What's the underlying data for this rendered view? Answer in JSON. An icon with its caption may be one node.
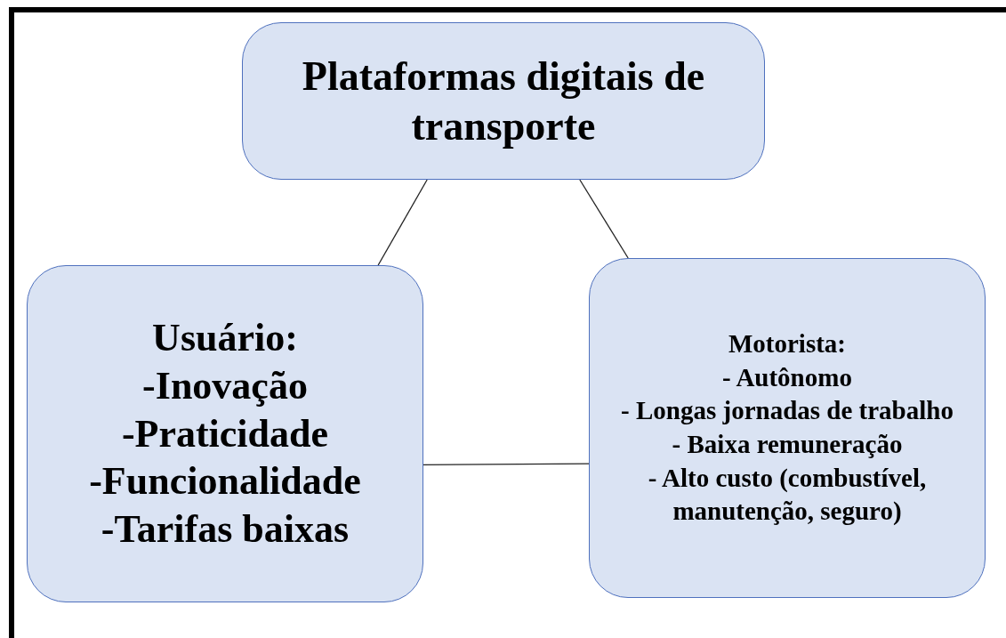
{
  "diagram": {
    "nodes": [
      {
        "text": [
          "Plataformas digitais de transporte"
        ]
      },
      {
        "text": [
          "Usuário:",
          "-Inovação",
          "-Praticidade",
          "-Funcionalidade",
          "-Tarifas baixas"
        ]
      },
      {
        "text": [
          "Motorista:",
          "- Autônomo",
          "- Longas jornadas de trabalho",
          "- Baixa remuneração",
          "- Alto custo (combustível, manutenção, seguro)"
        ]
      }
    ],
    "edges": [
      {
        "from": 0,
        "to": 1,
        "arrow": "none"
      },
      {
        "from": 0,
        "to": 2,
        "arrow": "none"
      },
      {
        "from": 1,
        "to": 2,
        "arrow": "none"
      }
    ]
  }
}
